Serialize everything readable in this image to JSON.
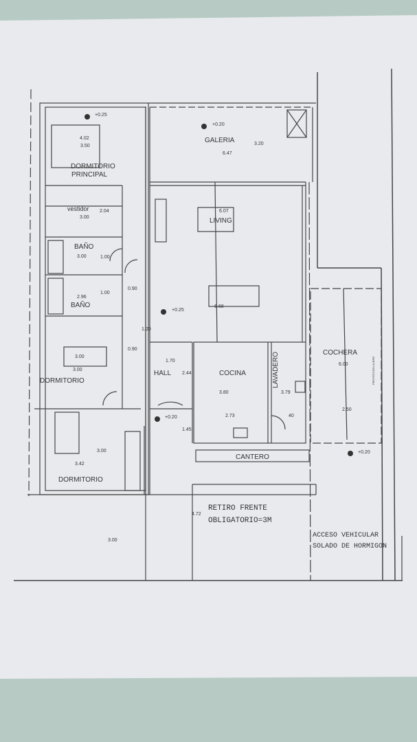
{
  "plan": {
    "rooms": {
      "dormitorio_principal_1": "DORMITORIO",
      "dormitorio_principal_2": "PRINCIPAL",
      "vestidor": "vestidor",
      "bano_1": "BAÑO",
      "bano_2": "BAÑO",
      "dormitorio_2": "DORMITORIO",
      "dormitorio_3": "DORMITORIO",
      "galeria": "GALERIA",
      "living": "LIVING",
      "hall": "HALL",
      "cocina": "COCINA",
      "lavadero": "LAVADERO",
      "cochera": "COCHERA",
      "cantero": "CANTERO",
      "proyeccion_alero": "PROYECCION ALERO"
    },
    "levels": [
      "+0.25",
      "+0.20",
      "+0.25",
      "+0.20",
      "+0.20"
    ],
    "dimensions": {
      "dp_a": "4.02",
      "dp_b": "3.50",
      "vest_a": "2.04",
      "vest_b": "3.00",
      "b1_a": "3.00",
      "b1_b": "1.00",
      "b2_a": "1.00",
      "b2_b": "2.96",
      "pas_a": "0.90",
      "pas_b": "1.20",
      "pas_c": "0.90",
      "gal_a": "3.20",
      "gal_b": "6.47",
      "liv_a": "6.07",
      "liv_b": "6.68",
      "d2_a": "3.00",
      "d2_b": "3.00",
      "hall_a": "1.70",
      "hall_b": "2.44",
      "hall_c": "1.45",
      "coc_a": "3.80",
      "coc_b": "2.73",
      "lav_a": "3.79",
      "lav_b": "40",
      "coch_a": "6.00",
      "coch_b": "2.50",
      "d3_a": "3.00",
      "d3_b": "3.42",
      "ret_a": "4.72",
      "front": "3.00"
    },
    "notes": {
      "retiro_1": "RETIRO FRENTE",
      "retiro_2": "OBLIGATORIO=3M",
      "acceso_1": "ACCESO VEHICULAR",
      "acceso_2": "SOLADO DE HORMIGON"
    }
  }
}
